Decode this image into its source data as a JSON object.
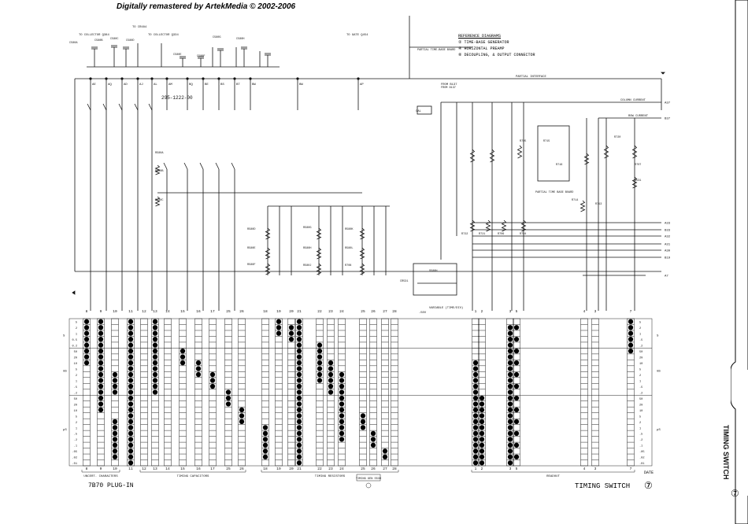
{
  "header": {
    "credit": "Digitally remastered by ArtekMedia © 2002-2006"
  },
  "side_tab": {
    "title": "TIMING SWITCH",
    "page_mark": "⑦"
  },
  "title_block": {
    "plugin_label": "7B70 PLUG-IN",
    "sheet_title": "TIMING SWITCH",
    "sheet_number": "⑦",
    "date_code": "DATE"
  },
  "reference": {
    "heading": "REFERENCE DIAGRAMS",
    "items": [
      "② TIME-BASE GENERATOR",
      "④ HORIZONTAL PREAMP",
      "⑧ DECOUPLING, & OUTPUT CONNECTOR"
    ]
  },
  "schematic": {
    "top_labels": [
      "TO COLLECTOR Q384",
      "TO CR484",
      "TO COLLECTOR Q334",
      "TO GATE Q454",
      "PARTIAL TIME-BASE BOARD",
      "PARTIAL INTERFACE",
      "FROM B137",
      "COLUMN CURRENT",
      "ROW CURRENT"
    ],
    "ref_number": "295-1222-00",
    "wafer_letters": [
      "AE",
      "AQ",
      "AD",
      "AJ",
      "AL",
      "AM",
      "BQ",
      "BE",
      "BS",
      "BT",
      "BW",
      "BW",
      "AP",
      "BX"
    ],
    "plug_pins": [
      "A37",
      "B37",
      "A33",
      "B33",
      "A32",
      "A31",
      "A30",
      "B19",
      "A7"
    ],
    "components": [
      "C580A",
      "C580B",
      "C580C",
      "C580D",
      "C580E",
      "C580F",
      "C580G",
      "C580H",
      "R580A",
      "R580B",
      "R580C",
      "R580D",
      "R580E",
      "R580F",
      "R580G",
      "R580H",
      "R580J",
      "R580K",
      "R580L",
      "R708",
      "R720",
      "R722",
      "R721",
      "R706",
      "R704",
      "R705",
      "R715",
      "R716",
      "R714",
      "R713",
      "R707",
      "S531",
      "S580H",
      "CR531"
    ],
    "notes": [
      "CAL",
      "VARIABLE (TIME/DIV)",
      "FROM 8137",
      "-50V",
      "PARTIAL TIME BASE BOARD"
    ]
  },
  "chart": {
    "group_labels": [
      "UNCERT. CHARACTERS",
      "TIMING CAPACITORS",
      "TIMING RESISTORS",
      "TIMING GEN S530",
      "READOUT"
    ],
    "column_numbers": [
      "8",
      "9",
      "10",
      "11",
      "12",
      "13",
      "14",
      "15",
      "16",
      "17",
      "25",
      "26",
      "18",
      "19",
      "20",
      "21",
      "22",
      "23",
      "24",
      "25",
      "26",
      "27",
      "28",
      "1",
      "2",
      "3",
      "5",
      "4",
      "3",
      "7"
    ],
    "row_left_labels": [
      "5",
      "2",
      "1",
      "0.5",
      "0.2",
      "50",
      "20",
      "10",
      "5",
      "2",
      "1",
      ".5",
      ".2",
      "50",
      "20",
      "10",
      "5",
      "2",
      "1",
      ".5",
      ".2",
      ".1",
      ".05",
      ".02",
      ".01"
    ],
    "row_right_labels": [
      "5",
      "2",
      "1",
      ".5",
      ".2",
      "50",
      "20",
      "10",
      "5",
      "2",
      "1",
      ".5",
      ".2",
      "50",
      "20",
      "10",
      "5",
      "2",
      "1",
      ".5",
      ".2",
      ".1",
      ".05",
      ".02",
      ".01"
    ],
    "units": [
      "S",
      "mS",
      "μS"
    ]
  },
  "colors": {
    "ink": "#111111",
    "paper": "#ffffff",
    "grid": "#222222"
  }
}
